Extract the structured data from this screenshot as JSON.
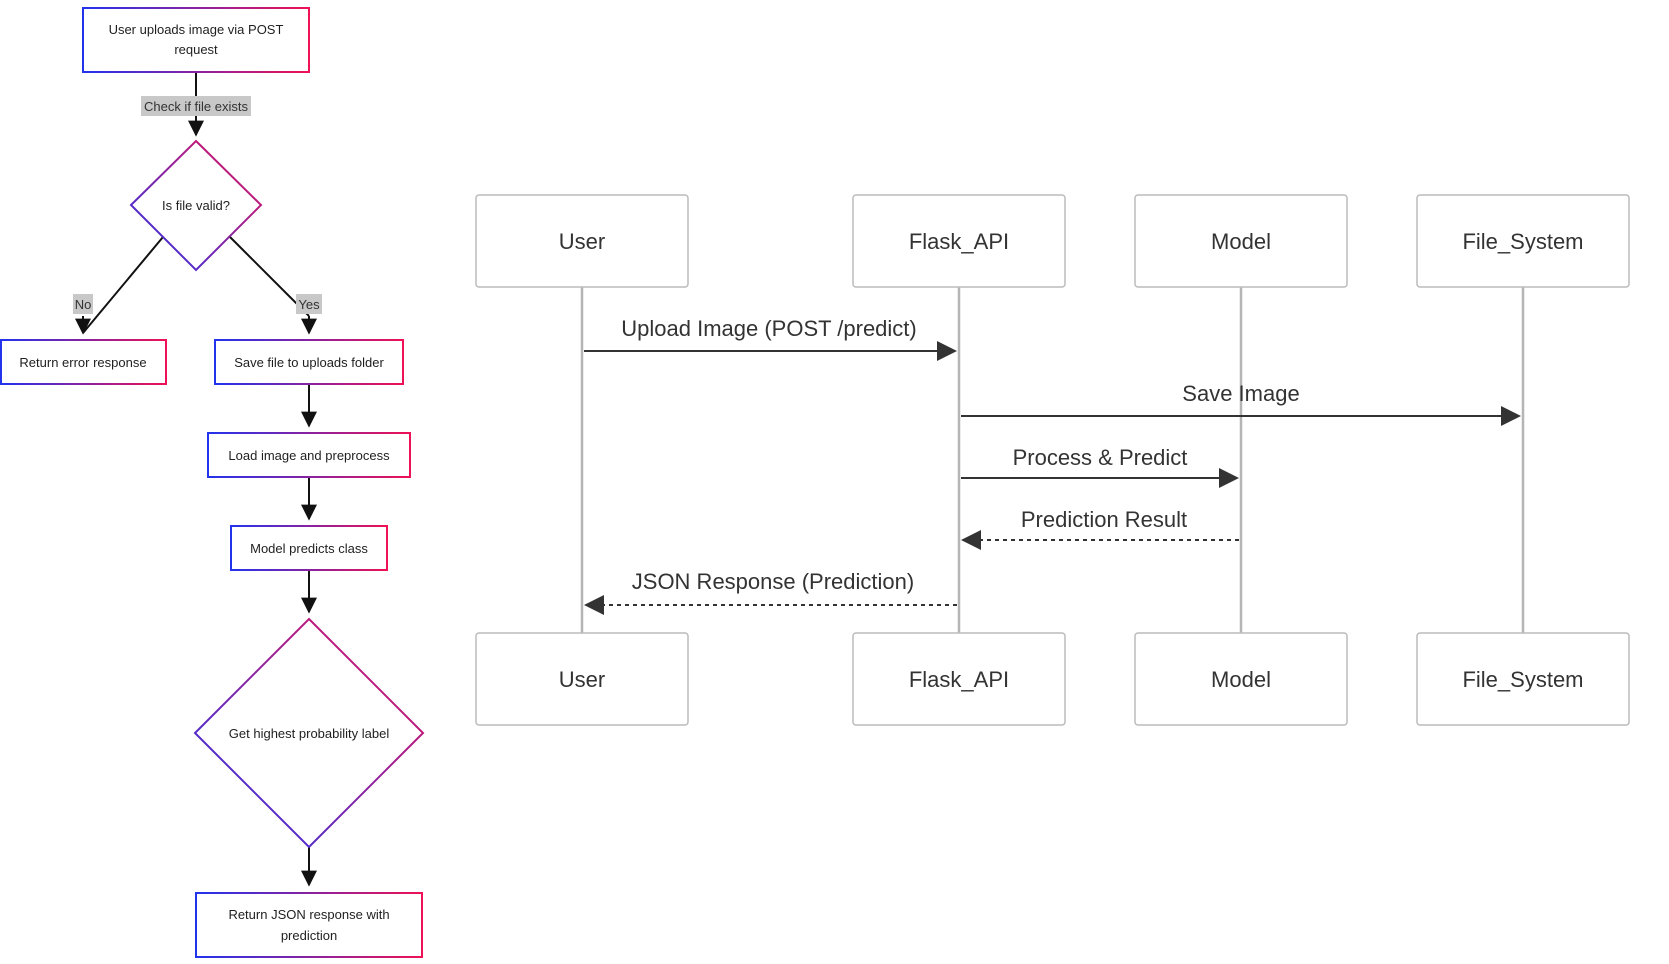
{
  "flowchart": {
    "nodes": {
      "upload": [
        "User uploads image via POST",
        "request"
      ],
      "is_valid": "Is file valid?",
      "error": "Return error response",
      "save": "Save file to uploads folder",
      "load": "Load image and preprocess",
      "predict": "Model predicts class",
      "highest": "Get highest probability label",
      "return_json": [
        "Return JSON response with",
        "prediction"
      ]
    },
    "edge_labels": {
      "check": "Check if file exists",
      "no": "No",
      "yes": "Yes"
    }
  },
  "sequence": {
    "actors": {
      "user": "User",
      "flask": "Flask_API",
      "model": "Model",
      "fs": "File_System"
    },
    "messages": {
      "upload": "Upload Image (POST /predict)",
      "save": "Save Image",
      "process": "Process & Predict",
      "result": "Prediction Result",
      "json": "JSON Response (Prediction)"
    }
  },
  "colors": {
    "gradient_start": "#2233ee",
    "gradient_end": "#ee1155",
    "edge": "#111111",
    "edge_label_bg": "#c8c8c8",
    "actor_border": "#bbbbbb",
    "lifeline": "#b5b5b5",
    "message": "#333333"
  }
}
